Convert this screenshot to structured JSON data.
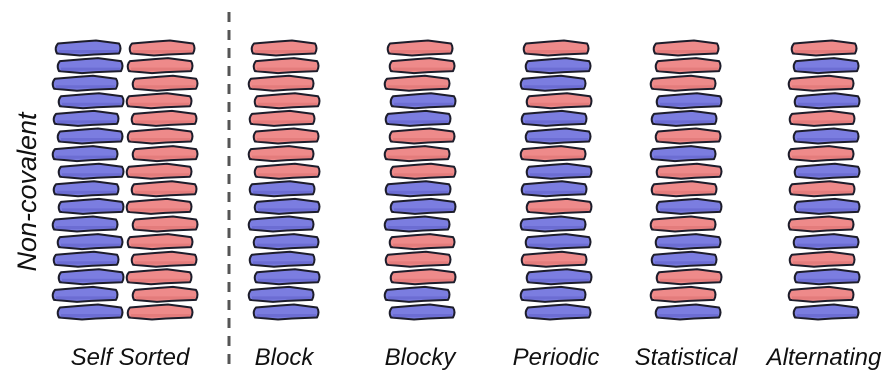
{
  "side_label": "Non-covalent",
  "colors": {
    "blue": "#7b7de0",
    "blue_dark": "#5a5cc4",
    "red": "#ee8a8a",
    "red_dark": "#d66a6a",
    "outline": "#1d1d2b",
    "divider": "#555555"
  },
  "stacks": [
    {
      "label": "Self Sorted",
      "columns": [
        "BBBBBBBBBBBBBBBB",
        "RRRRRRRRRRRRRRRR"
      ]
    },
    {
      "label": "Block",
      "columns": [
        "RRRRRRRRBBBBBBBB"
      ]
    },
    {
      "label": "Blocky",
      "columns": [
        "RRRBBRRRBBBRRRBB"
      ]
    },
    {
      "label": "Periodic",
      "columns": [
        "RBBRBBRBBRBBRBBB"
      ]
    },
    {
      "label": "Statistical",
      "columns": [
        "RRRBBRBRRBRBBRRB"
      ]
    },
    {
      "label": "Alternating",
      "columns": [
        "RBRBRBRBRBRBRBRB"
      ]
    }
  ]
}
